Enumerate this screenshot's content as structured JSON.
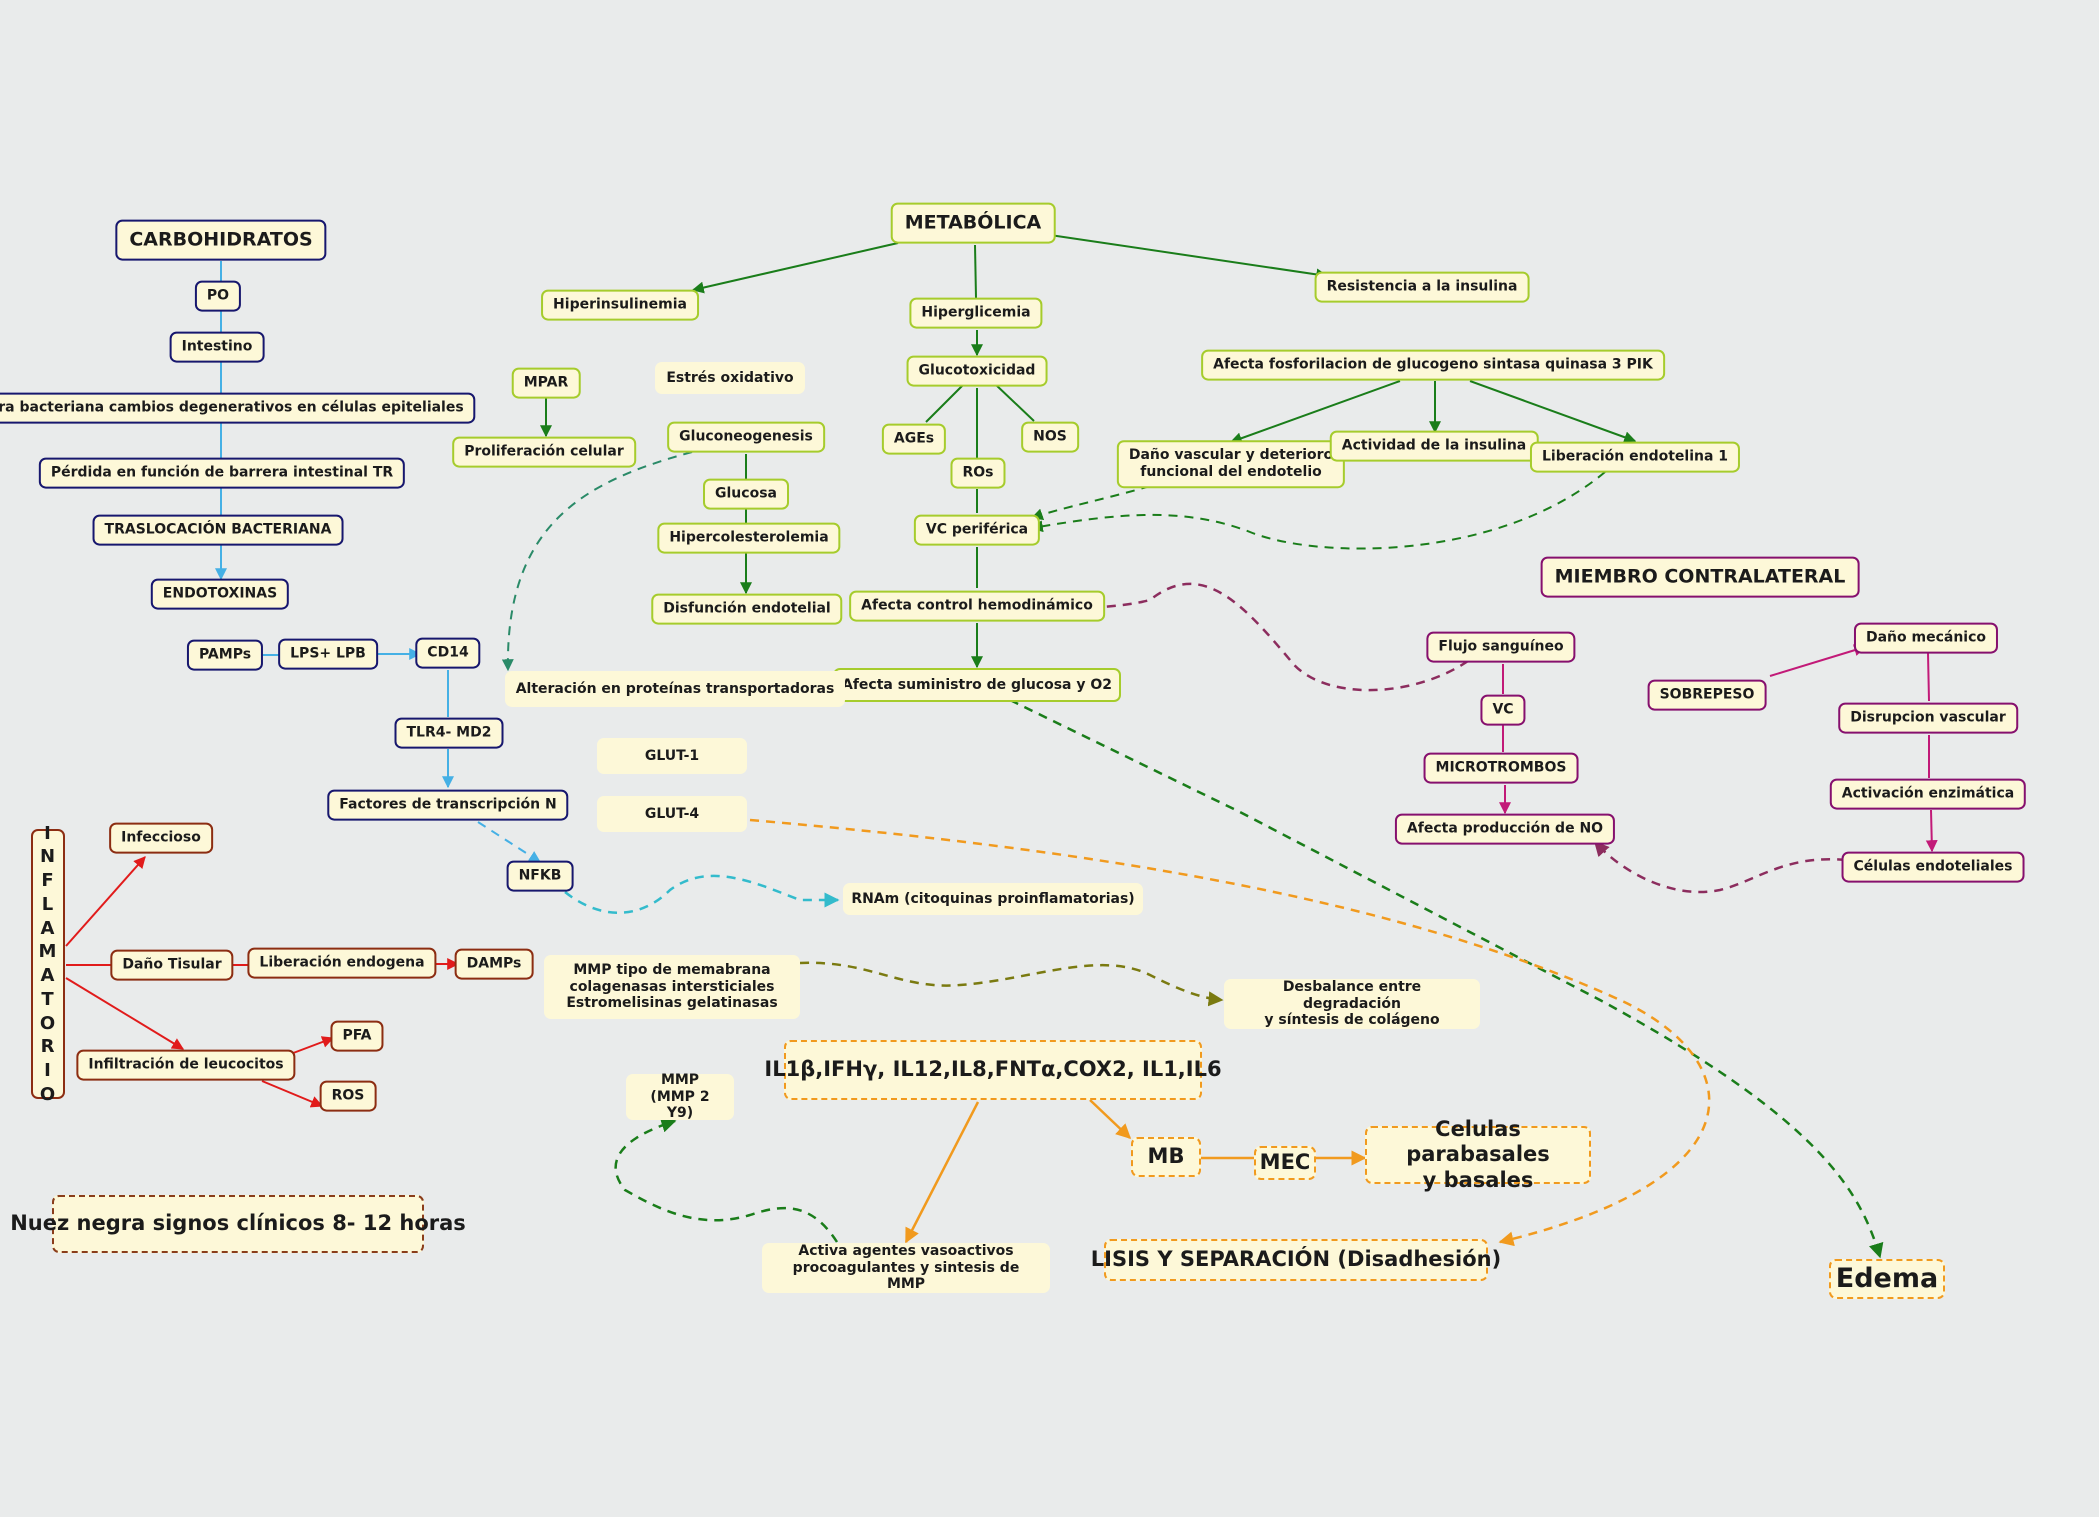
{
  "nodes": [
    {
      "id": "metabolica",
      "label": "METABÓLICA",
      "style": "g c"
    },
    {
      "id": "hiperinsulinemia",
      "label": "Hiperinsulinemia",
      "style": "g"
    },
    {
      "id": "hiperglicemia",
      "label": "Hiperglicemia",
      "style": "g"
    },
    {
      "id": "resistencia",
      "label": "Resistencia a la insulina",
      "style": "g"
    },
    {
      "id": "glucotoxicidad",
      "label": "Glucotoxicidad",
      "style": "g"
    },
    {
      "id": "ages",
      "label": "AGEs",
      "style": "g"
    },
    {
      "id": "nos",
      "label": "NOS",
      "style": "g"
    },
    {
      "id": "ros_g",
      "label": "ROs",
      "style": "g"
    },
    {
      "id": "vc_periferica",
      "label": "VC periférica",
      "style": "g"
    },
    {
      "id": "afecta_control",
      "label": "Afecta control hemodinámico",
      "style": "g"
    },
    {
      "id": "afecta_suministro",
      "label": "Afecta suministro de glucosa y O2",
      "style": "g"
    },
    {
      "id": "afecta_fosfo",
      "label": "Afecta fosforilacion de glucogeno sintasa quinasa 3 PIK",
      "style": "g"
    },
    {
      "id": "dano_vascular",
      "label": "Daño vascular y deterioro\nfuncional del endotelio",
      "style": "g ml"
    },
    {
      "id": "actividad_insulina",
      "label": "Actividad de la insulina",
      "style": "g"
    },
    {
      "id": "liberacion_endotelina",
      "label": "Liberación endotelina 1",
      "style": "g"
    },
    {
      "id": "mpar",
      "label": "MPAR",
      "style": "g"
    },
    {
      "id": "proliferacion",
      "label": "Proliferación celular",
      "style": "g"
    },
    {
      "id": "estres",
      "label": "Estrés  oxidativo",
      "style": "pl"
    },
    {
      "id": "gluconeogenesis",
      "label": "Gluconeogenesis",
      "style": "g"
    },
    {
      "id": "glucosa",
      "label": "Glucosa",
      "style": "g"
    },
    {
      "id": "hipercolesterolemia",
      "label": "Hipercolesterolemia",
      "style": "g"
    },
    {
      "id": "disfuncion",
      "label": "Disfunción endotelial",
      "style": "g"
    },
    {
      "id": "alteracion",
      "label": "Alteración en proteínas transportadoras",
      "style": "pl"
    },
    {
      "id": "glut1",
      "label": "GLUT-1",
      "style": "pl"
    },
    {
      "id": "glut4",
      "label": "GLUT-4",
      "style": "pl"
    },
    {
      "id": "carbohidratos",
      "label": "CARBOHIDRATOS",
      "style": "b c"
    },
    {
      "id": "po",
      "label": "PO",
      "style": "b"
    },
    {
      "id": "intestino",
      "label": "Intestino",
      "style": "b"
    },
    {
      "id": "flora",
      "label": "Flora bacteriana cambios degenerativos en células epiteliales",
      "style": "b"
    },
    {
      "id": "perdida",
      "label": "Pérdida en función de barrera intestinal TR",
      "style": "b"
    },
    {
      "id": "traslocacion",
      "label": "TRASLOCACIÓN BACTERIANA",
      "style": "b"
    },
    {
      "id": "endotoxinas",
      "label": "ENDOTOXINAS",
      "style": "b"
    },
    {
      "id": "pamps",
      "label": "PAMPs",
      "style": "b"
    },
    {
      "id": "lps",
      "label": "LPS+ LPB",
      "style": "b"
    },
    {
      "id": "cd14",
      "label": "CD14",
      "style": "b"
    },
    {
      "id": "tlr4",
      "label": "TLR4- MD2",
      "style": "b"
    },
    {
      "id": "factores",
      "label": "Factores de transcripción N",
      "style": "b"
    },
    {
      "id": "nfkb",
      "label": "NFKB",
      "style": "b"
    },
    {
      "id": "rnam",
      "label": "RNAm (citoquinas proinflamatorias)",
      "style": "pl"
    },
    {
      "id": "inflamatorio",
      "label": "I\nN\nF\nL\nA\nM\nA\nT\nO\nR\nI\nO",
      "style": "r vert"
    },
    {
      "id": "infeccioso",
      "label": "Infeccioso",
      "style": "r"
    },
    {
      "id": "dano_tisular",
      "label": "Daño Tisular",
      "style": "r"
    },
    {
      "id": "liberacion_endogena",
      "label": "Liberación endogena",
      "style": "r"
    },
    {
      "id": "damps",
      "label": "DAMPs",
      "style": "r"
    },
    {
      "id": "infiltracion",
      "label": "Infiltración de leucocitos",
      "style": "r"
    },
    {
      "id": "pfa",
      "label": "PFA",
      "style": "r"
    },
    {
      "id": "ros_r",
      "label": "ROS",
      "style": "r"
    },
    {
      "id": "nuez",
      "label": "Nuez negra signos clínicos 8- 12 horas",
      "style": "br big"
    },
    {
      "id": "mmp_membrana",
      "label": "MMP tipo de memabrana\ncolagenasas intersticiales\nEstromelisinas gelatinasas",
      "style": "pl ml"
    },
    {
      "id": "desbalance",
      "label": "Desbalance entre degradación\ny síntesis de colágeno",
      "style": "pl ml"
    },
    {
      "id": "mmp2",
      "label": "MMP\n(MMP 2 Y9)",
      "style": "pl ml"
    },
    {
      "id": "il",
      "label": "IL1β,IFHγ, IL12,IL8,FNTα,COX2, IL1,IL6",
      "style": "o big"
    },
    {
      "id": "mb",
      "label": "MB",
      "style": "o big"
    },
    {
      "id": "mec",
      "label": "MEC",
      "style": "o big"
    },
    {
      "id": "celulas_para",
      "label": "Celulas parabasales\ny basales",
      "style": "o big ml"
    },
    {
      "id": "activa",
      "label": "Activa agentes  vasoactivos\nprocoagulantes y sintesis de MMP",
      "style": "pl ml"
    },
    {
      "id": "lisis",
      "label": "LISIS Y SEPARACIÓN (Disadhesión)",
      "style": "o big"
    },
    {
      "id": "edema",
      "label": "Edema",
      "style": "o huge"
    },
    {
      "id": "miembro",
      "label": "MIEMBRO CONTRALATERAL",
      "style": "p c"
    },
    {
      "id": "flujo",
      "label": "Flujo sanguíneo",
      "style": "p"
    },
    {
      "id": "vc",
      "label": "VC",
      "style": "p"
    },
    {
      "id": "microtrombos",
      "label": "MICROTROMBOS",
      "style": "p"
    },
    {
      "id": "afecta_no",
      "label": "Afecta producción de NO",
      "style": "p"
    },
    {
      "id": "sobrepeso",
      "label": "SOBREPESO",
      "style": "p"
    },
    {
      "id": "dano_mecanico",
      "label": "Daño mecánico",
      "style": "p"
    },
    {
      "id": "disrupcion",
      "label": "Disrupcion vascular",
      "style": "p"
    },
    {
      "id": "activacion",
      "label": "Activación enzimática",
      "style": "p"
    },
    {
      "id": "celulas_endo",
      "label": "Células endoteliales",
      "style": "p"
    }
  ],
  "colors": {
    "green": "#1a7d1a",
    "teal": "#2a8a68",
    "blue": "#45b0e5",
    "cyan": "#33bbcc",
    "red": "#e11b1b",
    "orange": "#f19a1e",
    "olive": "#7a7a10",
    "plum": "#8c2d5e",
    "magenta": "#c21a78",
    "node_fill": "#fdf8d8"
  }
}
